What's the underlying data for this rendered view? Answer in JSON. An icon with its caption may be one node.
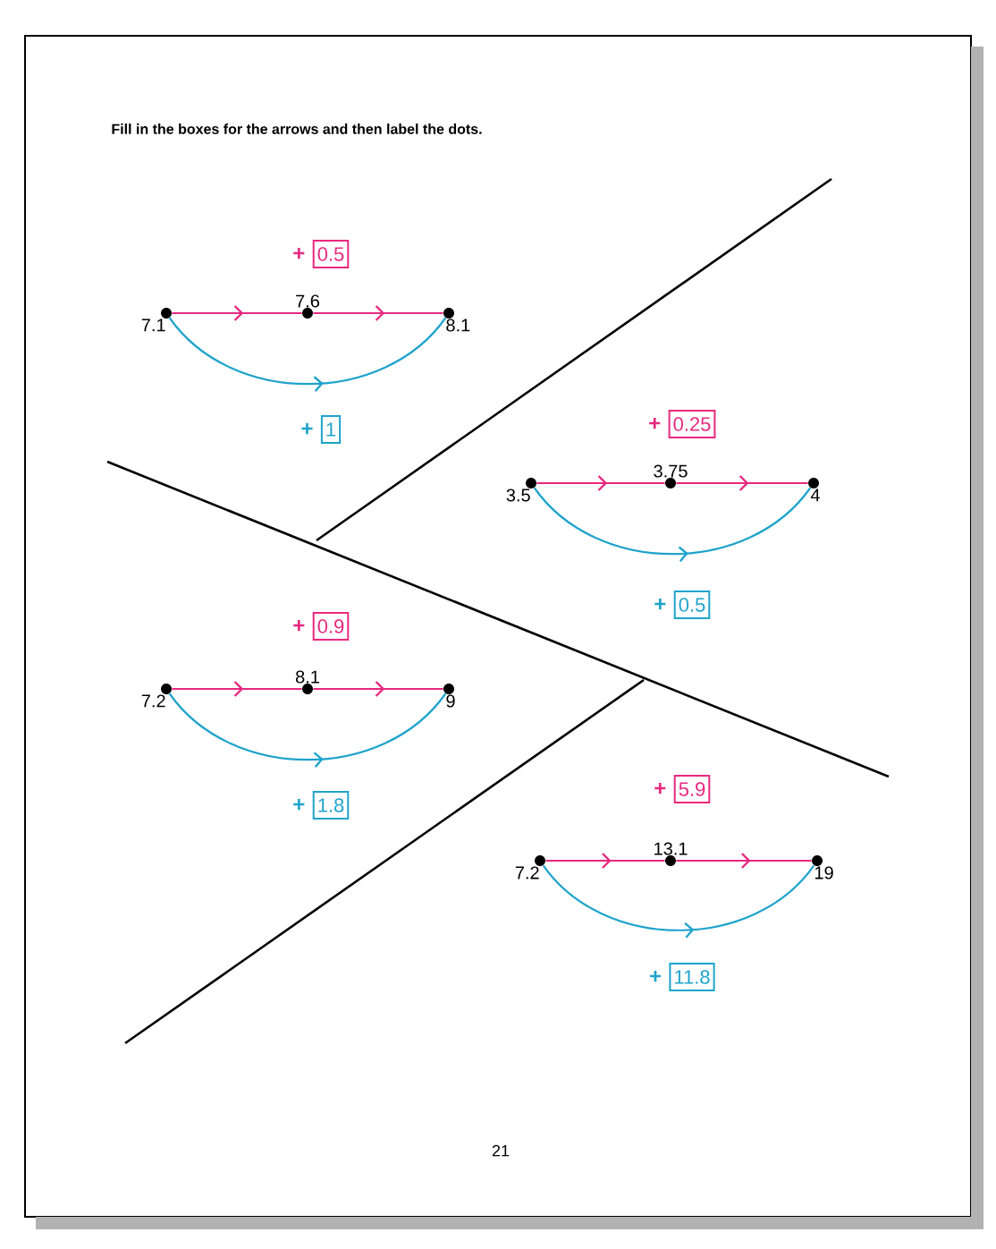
{
  "diagram": {
    "nodes": [
      {
        "text": [
          "0.5"
        ],
        "beside": [
          "+"
        ]
      },
      {
        "text": [],
        "shape": "circle",
        "beside": [
          "7.1"
        ]
      },
      {
        "text": [],
        "shape": "circle",
        "beside": [
          "7.6"
        ]
      },
      {
        "text": [],
        "shape": "circle",
        "beside": [
          "8.1"
        ]
      },
      {
        "text": [
          "1"
        ],
        "beside": [
          "+"
        ]
      },
      {
        "text": [
          "0.25"
        ],
        "beside": [
          "+"
        ]
      },
      {
        "text": [],
        "shape": "circle",
        "beside": [
          "3.5"
        ]
      },
      {
        "text": [],
        "shape": "circle",
        "beside": [
          "3.75"
        ]
      },
      {
        "text": [],
        "shape": "circle",
        "beside": [
          "4"
        ]
      },
      {
        "text": [
          "0.5"
        ],
        "beside": [
          "+"
        ]
      },
      {
        "text": [
          "0.9"
        ],
        "beside": [
          "+"
        ]
      },
      {
        "text": [],
        "shape": "circle",
        "beside": [
          "7.2"
        ]
      },
      {
        "text": [],
        "shape": "circle",
        "beside": [
          "8.1"
        ]
      },
      {
        "text": [],
        "shape": "circle",
        "beside": [
          "9"
        ]
      },
      {
        "text": [
          "1.8"
        ],
        "beside": [
          "+"
        ]
      },
      {
        "text": [
          "5.9"
        ],
        "beside": [
          "+"
        ]
      },
      {
        "text": [],
        "shape": "circle",
        "beside": [
          "7.2"
        ]
      },
      {
        "text": [],
        "shape": "circle",
        "beside": [
          "13.1"
        ]
      },
      {
        "text": [],
        "shape": "circle",
        "beside": [
          "19"
        ]
      },
      {
        "text": [
          "11.8"
        ],
        "beside": [
          "+"
        ]
      }
    ],
    "edges": [
      {
        "from": 1,
        "to": 2,
        "arrow": "to",
        "color": "#e8287f"
      },
      {
        "from": 2,
        "to": 3,
        "arrow": "to",
        "color": "#e8287f"
      },
      {
        "from": 1,
        "to": 3,
        "arrow": "to",
        "color": "#1ea3cc"
      },
      {
        "from": 6,
        "to": 7,
        "arrow": "to",
        "color": "#e8287f"
      },
      {
        "from": 7,
        "to": 8,
        "arrow": "to",
        "color": "#e8287f"
      },
      {
        "from": 6,
        "to": 8,
        "arrow": "to",
        "color": "#1ea3cc"
      },
      {
        "from": 11,
        "to": 12,
        "arrow": "to",
        "color": "#e8287f"
      },
      {
        "from": 12,
        "to": 13,
        "arrow": "to",
        "color": "#e8287f"
      },
      {
        "from": 11,
        "to": 13,
        "arrow": "to",
        "color": "#1ea3cc"
      },
      {
        "from": 16,
        "to": 17,
        "arrow": "to",
        "color": "#e8287f"
      },
      {
        "from": 17,
        "to": 18,
        "arrow": "to",
        "color": "#e8287f"
      },
      {
        "from": 16,
        "to": 18,
        "arrow": "to",
        "color": "#1ea3cc"
      }
    ],
    "labels": [
      "Fill in the boxes for the arrows and then label the dots.",
      "21"
    ]
  }
}
